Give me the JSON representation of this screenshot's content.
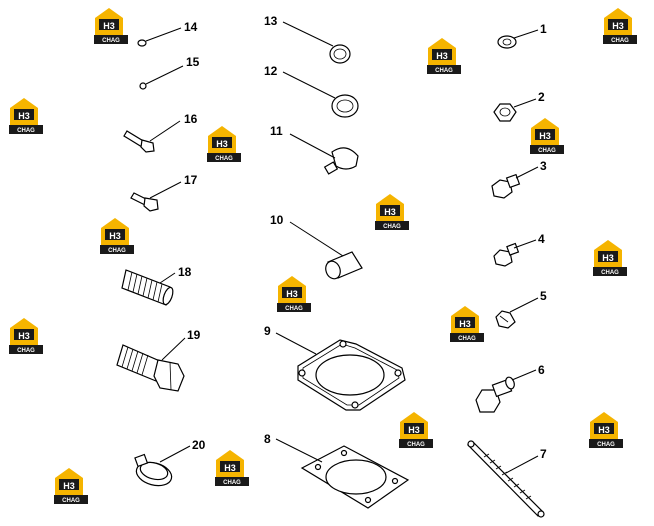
{
  "callouts": [
    "1",
    "2",
    "3",
    "4",
    "5",
    "6",
    "7",
    "8",
    "9",
    "10",
    "11",
    "12",
    "13",
    "14",
    "15",
    "16",
    "17",
    "18",
    "19",
    "20"
  ],
  "watermark": {
    "mark": "H3",
    "word": "CHAG",
    "color_body": "#f5b400",
    "color_dark": "#1a1a1a"
  }
}
